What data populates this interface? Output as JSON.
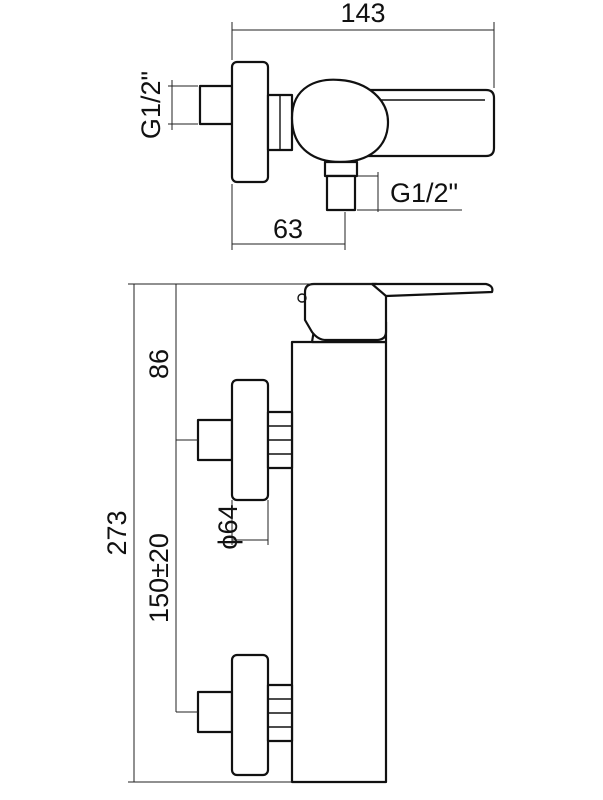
{
  "dimensions": {
    "top_width": "143",
    "top_inlet_thread": "G1/2\"",
    "top_outlet_thread": "G1/2\"",
    "top_offset": "63",
    "side_height_total": "273",
    "side_height_upper": "86",
    "side_centers": "150±20",
    "side_rosette_diameter": "ϕ64"
  },
  "colors": {
    "line": "#111111",
    "background": "#ffffff"
  }
}
